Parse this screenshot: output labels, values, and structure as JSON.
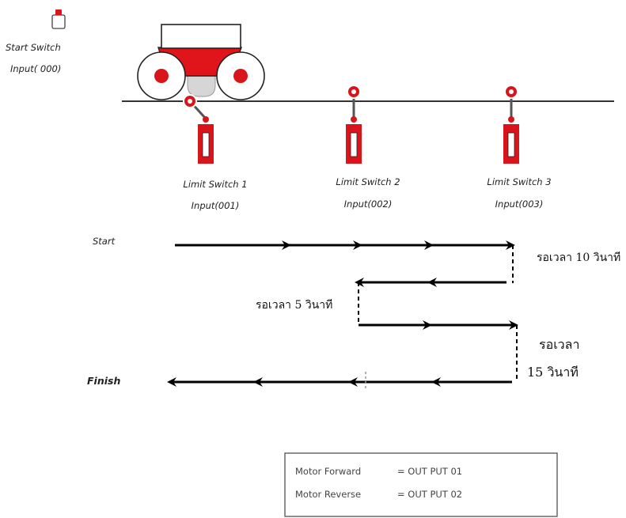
{
  "start_switch": {
    "line1": "Start Switch",
    "line2": "Input( 000)"
  },
  "limit_switches": [
    {
      "name": "Limit Switch 1",
      "input": "Input(001)"
    },
    {
      "name": "Limit Switch 2",
      "input": "Input(002)"
    },
    {
      "name": "Limit Switch 3",
      "input": "Input(003)"
    }
  ],
  "path": {
    "start_label": "Start",
    "finish_label": "Finish",
    "wait_10": "รอเวลา 10 วินาที",
    "wait_5": "รอเวลา 5 วินาที",
    "wait_15_line1": "รอเวลา",
    "wait_15_line2": "15 วินาที"
  },
  "legend": {
    "rows": [
      {
        "name": "Motor Forward",
        "value": "= OUT PUT 01"
      },
      {
        "name": "Motor Reverse",
        "value": "= OUT PUT 02"
      }
    ]
  },
  "colors": {
    "red": "#d9151b",
    "black": "#000000",
    "gray": "#d6d6d6"
  }
}
